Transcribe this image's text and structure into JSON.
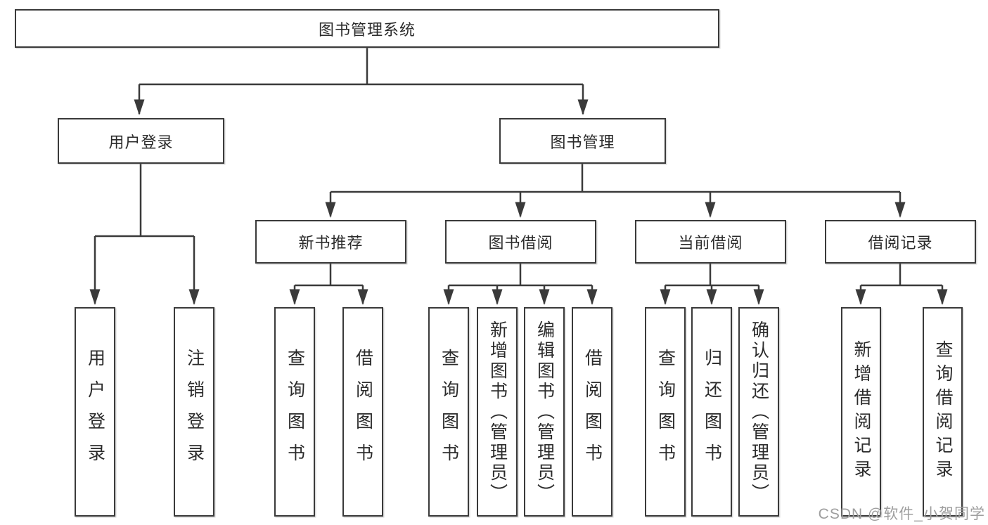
{
  "tree": {
    "root": {
      "label": "图书管理系统"
    },
    "branches": [
      {
        "label": "用户登录",
        "children": [
          {
            "label": "用户登录"
          },
          {
            "label": "注销登录"
          }
        ]
      },
      {
        "label": "图书管理",
        "children": [
          {
            "label": "新书推荐",
            "children": [
              {
                "label": "查询图书"
              },
              {
                "label": "借阅图书"
              }
            ]
          },
          {
            "label": "图书借阅",
            "children": [
              {
                "label": "查询图书"
              },
              {
                "label": "新增图书（管理员）"
              },
              {
                "label": "编辑图书（管理员）"
              },
              {
                "label": "借阅图书"
              }
            ]
          },
          {
            "label": "当前借阅",
            "children": [
              {
                "label": "查询图书"
              },
              {
                "label": "归还图书"
              },
              {
                "label": "确认归还（管理员）"
              }
            ]
          },
          {
            "label": "借阅记录",
            "children": [
              {
                "label": "新增借阅记录"
              },
              {
                "label": "查询借阅记录"
              }
            ]
          }
        ]
      }
    ]
  },
  "watermark": "CSDN @软件_小贺同学",
  "colors": {
    "line": "#3a3a3a",
    "text": "#2b2b2b",
    "watermark": "#9e9e9e",
    "background": "#ffffff"
  }
}
